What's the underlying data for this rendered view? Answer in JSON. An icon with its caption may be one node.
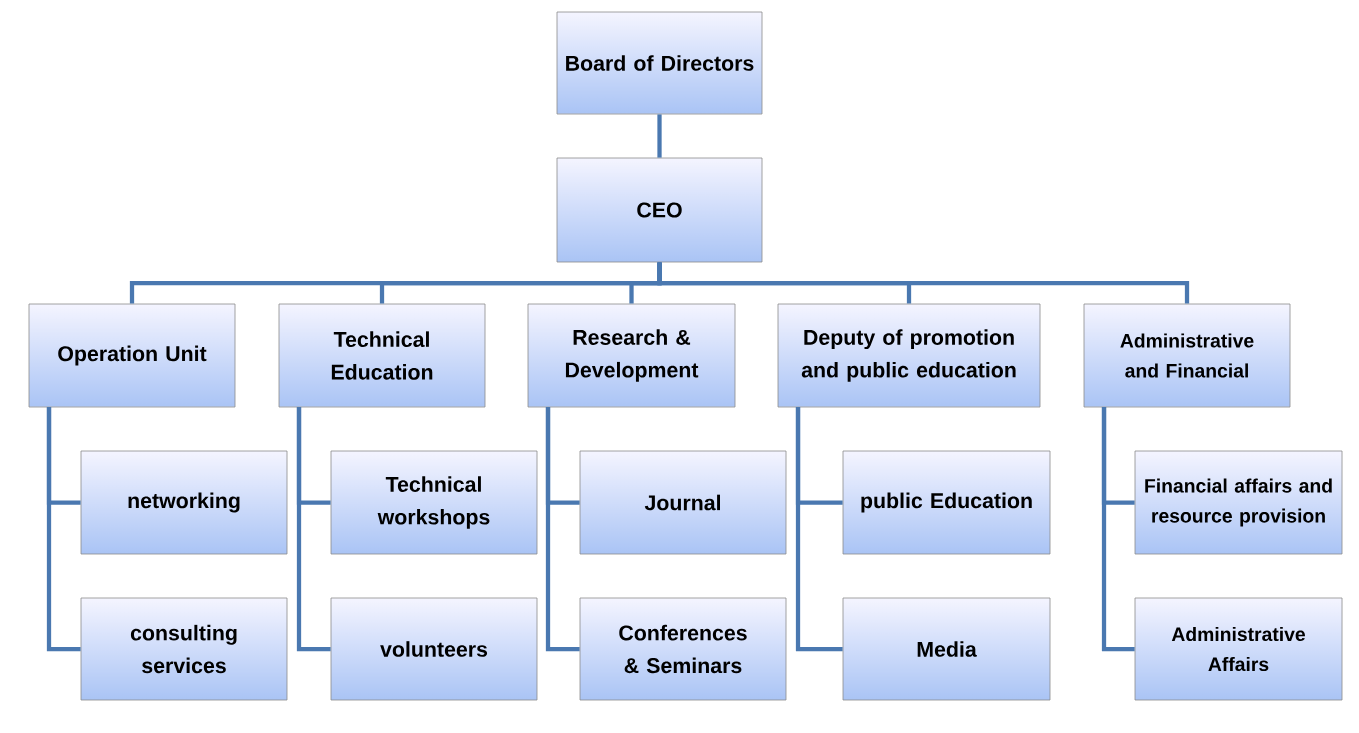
{
  "diagram": {
    "nodes": [
      {
        "text": [
          "Board of Directors"
        ]
      },
      {
        "text": [
          "CEO"
        ]
      },
      {
        "text": [
          "Operation Unit"
        ]
      },
      {
        "text": [
          "Technical Education"
        ]
      },
      {
        "text": [
          "Research & Development"
        ]
      },
      {
        "text": [
          "Deputy of promotion and public education"
        ]
      },
      {
        "text": [
          "Administrative and Financial"
        ]
      },
      {
        "text": [
          "networking"
        ]
      },
      {
        "text": [
          "consulting services"
        ]
      },
      {
        "text": [
          "Technical workshops"
        ]
      },
      {
        "text": [
          "volunteers"
        ]
      },
      {
        "text": [
          "Journal"
        ]
      },
      {
        "text": [
          "Conferences & Seminars"
        ]
      },
      {
        "text": [
          "public Education"
        ]
      },
      {
        "text": [
          "Media"
        ]
      },
      {
        "text": [
          "Financial affairs and resource provision"
        ]
      },
      {
        "text": [
          "Administrative Affairs"
        ]
      }
    ],
    "edges": [
      {
        "from": 0,
        "to": 1,
        "arrow": "none"
      },
      {
        "from": 1,
        "to": 2,
        "arrow": "none"
      },
      {
        "from": 1,
        "to": 3,
        "arrow": "none"
      },
      {
        "from": 1,
        "to": 4,
        "arrow": "none"
      },
      {
        "from": 1,
        "to": 5,
        "arrow": "none"
      },
      {
        "from": 1,
        "to": 6,
        "arrow": "none"
      },
      {
        "from": 2,
        "to": 7,
        "arrow": "none"
      },
      {
        "from": 2,
        "to": 8,
        "arrow": "none"
      },
      {
        "from": 3,
        "to": 9,
        "arrow": "none"
      },
      {
        "from": 3,
        "to": 10,
        "arrow": "none"
      },
      {
        "from": 4,
        "to": 11,
        "arrow": "none"
      },
      {
        "from": 4,
        "to": 12,
        "arrow": "none"
      },
      {
        "from": 5,
        "to": 13,
        "arrow": "none"
      },
      {
        "from": 5,
        "to": 14,
        "arrow": "none"
      },
      {
        "from": 6,
        "to": 15,
        "arrow": "none"
      },
      {
        "from": 6,
        "to": 16,
        "arrow": "none"
      }
    ]
  }
}
